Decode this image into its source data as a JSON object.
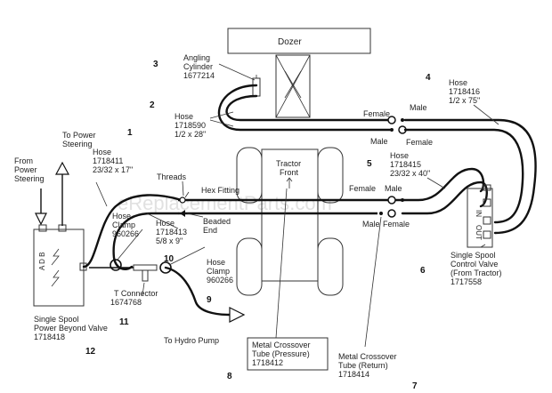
{
  "watermark": "eReplacementParts.com",
  "dozer": {
    "label": "Dozer"
  },
  "tractor": {
    "label_line1": "Tractor",
    "label_line2": "Front"
  },
  "parts": {
    "p1": {
      "number": "1",
      "line1": "Hose",
      "line2": "1718411",
      "line3": "23/32 x 17\""
    },
    "p2": {
      "number": "2",
      "line1": "Hose",
      "line2": "1718590",
      "line3": "1/2 x 28\""
    },
    "p3": {
      "number": "3",
      "line1": "Angling",
      "line2": "Cylinder",
      "line3": "1677214"
    },
    "p4": {
      "number": "4",
      "line1": "Hose",
      "line2": "1718416",
      "line3": "1/2 x 75\""
    },
    "p5": {
      "number": "5",
      "line1": "Hose",
      "line2": "1718415",
      "line3": "23/32 x 40\""
    },
    "p6": {
      "number": "6",
      "line1": "Single Spool",
      "line2": "Control Valve",
      "line3": "(From Tractor)",
      "line4": "1717558"
    },
    "p7": {
      "number": "7",
      "line1": "Metal Crossover",
      "line2": "Tube (Return)",
      "line3": "1718414"
    },
    "p8": {
      "number": "8",
      "line1": "Metal Crossover",
      "line2": "Tube (Pressure)",
      "line3": "1718412"
    },
    "p9": {
      "number": "9",
      "line1": "Hose",
      "line2": "Clamp",
      "line3": "960266"
    },
    "p10": {
      "number": "10"
    },
    "p11": {
      "number": "11",
      "line1": "T  Connector",
      "line2": "1674768"
    },
    "p12": {
      "number": "12",
      "line1": "Single Spool",
      "line2": "Power Beyond Valve",
      "line3": "1718418"
    },
    "p13": {
      "line1": "Hose",
      "line2": "1718413",
      "line3": "5/8 x 9\""
    },
    "clamp_left": {
      "line1": "Hose",
      "line2": "Clamp",
      "line3": "960266"
    }
  },
  "labels": {
    "to_power_steering_1": "To Power",
    "to_power_steering_2": "Steering",
    "from_power_steering_1": "From",
    "from_power_steering_2": "Power",
    "from_power_steering_3": "Steering",
    "threads": "Threads",
    "hex_fitting": "Hex Fitting",
    "beaded_end_1": "Beaded",
    "beaded_end_2": "End",
    "to_hydro_pump": "To Hydro Pump",
    "female_top": "Female",
    "male_top": "Male",
    "male_top2": "Male",
    "female_top2": "Female",
    "female_mid": "Female",
    "male_mid": "Male",
    "male_mid2": "Male",
    "female_mid2": "Female",
    "valve_in": "IN",
    "valve_out": "OUT",
    "valve_adb": "A D B"
  }
}
